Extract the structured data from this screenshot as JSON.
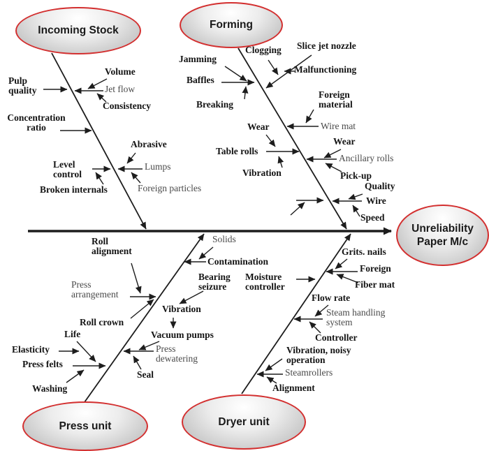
{
  "colors": {
    "node_border": "#d32f2f",
    "line": "#1d1d1d",
    "bold_text": "#141414",
    "muted_text": "#4a4a4a",
    "background": "#ffffff"
  },
  "nodes": {
    "incoming_stock": "Incoming Stock",
    "forming": "Forming",
    "press_unit": "Press unit",
    "dryer_unit": "Dryer unit",
    "effect_line1": "Unreliability",
    "effect_line2": "Paper M/c"
  },
  "incoming": {
    "pulp_quality": "Pulp quality",
    "volume": "Volume",
    "jet_flow": "Jet flow",
    "consistency": "Consistency",
    "concentration_ratio": "Concentration ratio",
    "abrasive": "Abrasive",
    "level_control": "Level control",
    "lumps": "Lumps",
    "broken_internals": "Broken internals",
    "foreign_particles": "Foreign particles"
  },
  "forming": {
    "jamming": "Jamming",
    "baffles": "Baffles",
    "breaking": "Breaking",
    "clogging": "Clogging",
    "slice_jet_nozzle": "Slice jet nozzle",
    "malfunctioning": "Malfunctioning",
    "foreign_material": "Foreign material",
    "wire_mat": "Wire mat",
    "wear_left": "Wear",
    "table_rolls": "Table rolls",
    "vibration": "Vibration",
    "wear_right": "Wear",
    "ancillary_rolls": "Ancillary rolls",
    "pick_up": "Pick-up",
    "quality": "Quality",
    "wire": "Wire",
    "speed": "Speed"
  },
  "press": {
    "solids": "Solids",
    "contamination": "Contamination",
    "roll_alignment": "Roll alignment",
    "press_arrangement": "Press arrangement",
    "roll_crown": "Roll crown",
    "bearing_seizure": "Bearing seizure",
    "vibration": "Vibration",
    "vacuum_pumps": "Vacuum pumps",
    "press_dewatering": "Press dewatering",
    "seal": "Seal",
    "life": "Life",
    "elasticity": "Elasticity",
    "press_felts": "Press felts",
    "washing": "Washing"
  },
  "dryer": {
    "grits_nails": "Grits. nails",
    "foreign": "Foreign",
    "fiber_mat": "Fiber mat",
    "moisture_controller": "Moisture controller",
    "flow_rate": "Flow rate",
    "steam_handling_system": "Steam handling system",
    "controller": "Controller",
    "vibration_noisy": "Vibration, noisy operation",
    "steamrollers": "Steamrollers",
    "alignment": "Alignment"
  }
}
